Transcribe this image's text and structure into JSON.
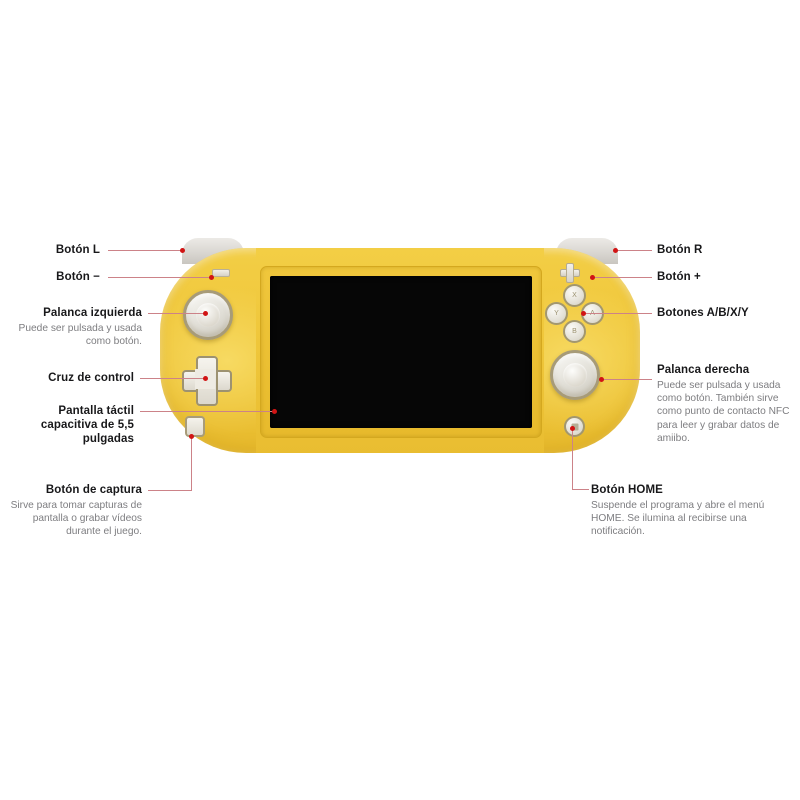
{
  "diagram": {
    "subject": "Nintendo Switch Lite",
    "colors": {
      "body_yellow": "#efc63a",
      "screen_black": "#060606",
      "leader_line": "#cc8288",
      "hotspot_dot": "#d11414",
      "title_text": "#18181a",
      "description_text": "#7d7d80",
      "shoulder_gray": "#d8d5d0"
    },
    "annotations": [
      {
        "id": "boton-l",
        "title": "Botón L",
        "description": "",
        "side": "left"
      },
      {
        "id": "boton-menos",
        "title": "Botón −",
        "description": "",
        "side": "left"
      },
      {
        "id": "palanca-izquierda",
        "title": "Palanca izquierda",
        "description": "Puede ser pulsada y usada como botón.",
        "side": "left"
      },
      {
        "id": "cruz-de-control",
        "title": "Cruz de control",
        "description": "",
        "side": "left"
      },
      {
        "id": "pantalla-tactil",
        "title": "Pantalla táctil capacitiva de 5,5 pulgadas",
        "description": "",
        "side": "left"
      },
      {
        "id": "boton-de-captura",
        "title": "Botón de captura",
        "description": "Sirve para tomar capturas de pantalla o grabar vídeos durante el juego.",
        "side": "left"
      },
      {
        "id": "boton-r",
        "title": "Botón R",
        "description": "",
        "side": "right"
      },
      {
        "id": "boton-mas",
        "title": "Botón +",
        "description": "",
        "side": "right"
      },
      {
        "id": "botones-abxy",
        "title": "Botones A/B/X/Y",
        "description": "",
        "side": "right"
      },
      {
        "id": "palanca-derecha",
        "title": "Palanca derecha",
        "description": "Puede ser pulsada y usada como botón. También sirve como punto de contacto NFC para leer y grabar datos de amiibo.",
        "side": "right"
      },
      {
        "id": "boton-home",
        "title": "Botón HOME",
        "description": "Suspende el programa y abre el menú HOME. Se ilumina al recibirse una notificación.",
        "side": "right"
      }
    ],
    "device_controls": {
      "face_buttons": [
        "X",
        "Y",
        "A",
        "B"
      ],
      "minus_label": "−",
      "plus_label": "+",
      "shoulder_left": "L",
      "shoulder_right": "R"
    }
  }
}
